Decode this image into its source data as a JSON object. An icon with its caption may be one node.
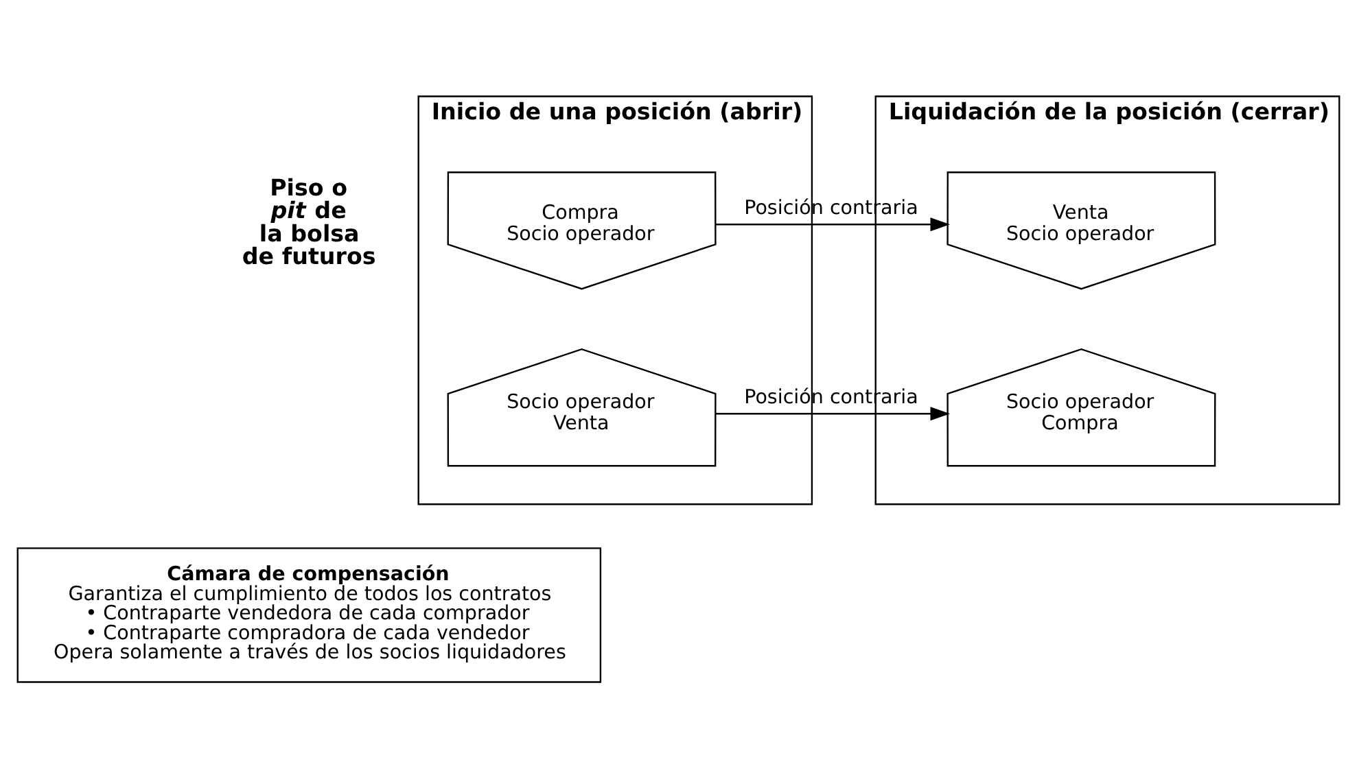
{
  "diagram": {
    "nodes": [
      {
        "text": [
          "Inicio de una posición (abrir)"
        ]
      },
      {
        "text": [
          "Compra",
          "Socio operador"
        ],
        "in": 0
      },
      {
        "text": [
          "Socio operador",
          "Venta"
        ],
        "in": 0
      },
      {
        "text": [
          "Liquidación de la posición (cerrar)"
        ]
      },
      {
        "text": [
          "Venta",
          "Socio operador"
        ],
        "in": 3
      },
      {
        "text": [
          "Socio operador",
          "Compra"
        ],
        "in": 3
      },
      {
        "text": [
          "Cámara de compensación",
          "Garantiza el cumplimiento de todos los contratos",
          "• Contraparte vendedora de cada comprador",
          "• Contraparte compradora de cada vendedor",
          "Opera solamente a través de los socios liquidadores"
        ]
      }
    ],
    "edges": [
      {
        "from": 1,
        "to": 4,
        "arrow": "to",
        "label": "Posición contraria"
      },
      {
        "from": 2,
        "to": 5,
        "arrow": "to",
        "label": "Posición contraria"
      }
    ],
    "labels": [
      "Piso o *pit* de la bolsa de futuros"
    ]
  }
}
